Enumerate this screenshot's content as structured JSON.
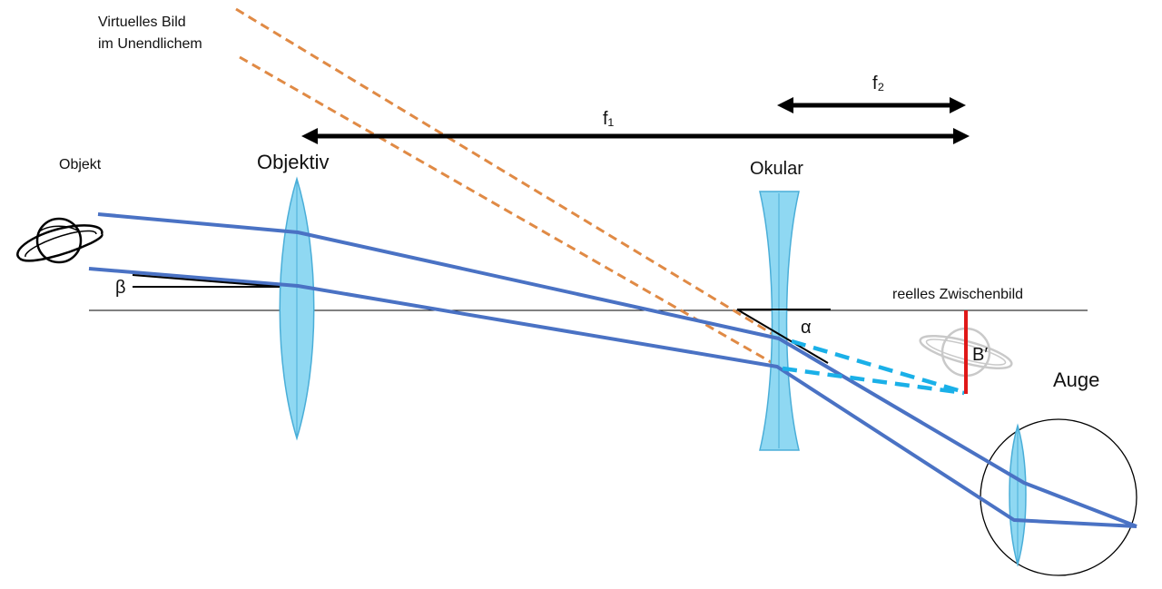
{
  "labels": {
    "virtual_image_line1": "Virtuelles Bild",
    "virtual_image_line2": "im Unendlichem",
    "object": "Objekt",
    "objective": "Objektiv",
    "eyepiece": "Okular",
    "real_intermediate_image": "reelles Zwischenbild",
    "eye": "Auge",
    "focal_length_1": "f₁",
    "focal_length_2": "f₂",
    "angle_beta": "β",
    "angle_alpha": "α",
    "image_size": "B′"
  },
  "colors": {
    "ray_blue": "#4a72c4",
    "virtual_ray_orange": "#e08a45",
    "eyepiece_ray_cyan": "#1ab0e8",
    "lens_fill": "#8fd8f2",
    "lens_stroke": "#4aaed8",
    "image_red": "#e01818",
    "axis_black": "#000000",
    "ghost_grey": "#c4c4c4"
  },
  "icons": {
    "object_symbol": "saturn-icon",
    "image_symbol": "saturn-ghost-icon"
  }
}
